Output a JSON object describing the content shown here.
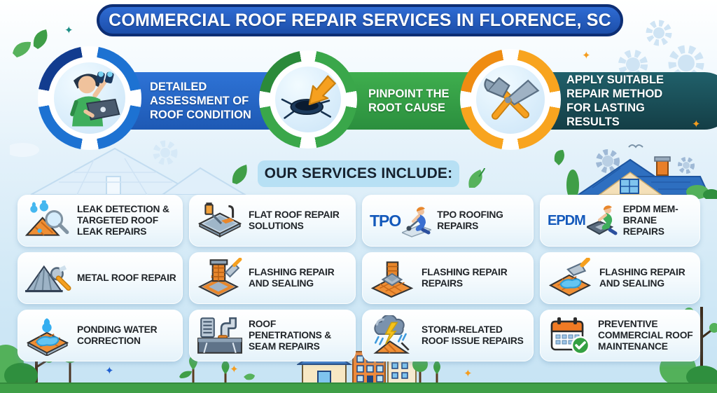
{
  "title": "COMMERCIAL ROOF REPAIR SERVICES IN FLORENCE, SC",
  "process_steps": [
    {
      "label": "DETAILED ASSESSMENT OF ROOF CONDITION",
      "icon": "inspector-binoculars-icon",
      "ring_color": "#1d72d2",
      "banner_color": "#2062bf"
    },
    {
      "label": "PINPOINT THE ROOT CAUSE",
      "icon": "arrow-root-cause-icon",
      "ring_color": "#3aa74a",
      "banner_color": "#339a44"
    },
    {
      "label": "APPLY SUITABLE REPAIR METHOD FOR LASTING RESULTS",
      "icon": "hammer-trowel-icon",
      "ring_color": "#f8a41f",
      "banner_color": "#1a525c"
    }
  ],
  "services_header": "OUR SERVICES INCLUDE:",
  "services": [
    {
      "label": "LEAK DETECTION & TARGETED ROOF LEAK REPAIRS",
      "icon": "leak-detection-icon"
    },
    {
      "label": "FLAT ROOF REPAIR SOLUTIONS",
      "icon": "flat-roof-repair-icon"
    },
    {
      "label": "TPO ROOFING REPAIRS",
      "icon": "tpo-roofing-icon",
      "badge": "TPO"
    },
    {
      "label": "EPDM MEM-BRANE REPAIRS",
      "icon": "epdm-membrane-icon",
      "badge": "EPDM"
    },
    {
      "label": "METAL ROOF REPAIR",
      "icon": "metal-roof-icon"
    },
    {
      "label": "FLASHING REPAIR AND SEALING",
      "icon": "chimney-flashing-icon"
    },
    {
      "label": "FLASHING REPAIR REPAIRS",
      "icon": "roof-flashing-icon"
    },
    {
      "label": "FLASHING REPAIR AND SEALING",
      "icon": "trowel-sealing-icon"
    },
    {
      "label": "PONDING WATER CORRECTION",
      "icon": "ponding-water-icon"
    },
    {
      "label": "ROOF PENETRATIONS & SEAM REPAIRS",
      "icon": "roof-penetrations-icon"
    },
    {
      "label": "STORM-RELATED ROOF ISSUE REPAIRS",
      "icon": "storm-damage-icon"
    },
    {
      "label": "PREVENTIVE COMMERCIAL ROOF MAINTENANCE",
      "icon": "calendar-check-icon"
    }
  ],
  "colors": {
    "title_bg": "#2457b8",
    "title_border": "#0d2e74",
    "step_blue": "#1d72d2",
    "step_green": "#339a44",
    "step_teal": "#1a525c",
    "accent_orange": "#f8a41f",
    "services_header_bg": "#b7e0f4",
    "card_bg": "#f4fafd",
    "grass": "#3f9f47",
    "badge_blue": "#1459bb"
  }
}
